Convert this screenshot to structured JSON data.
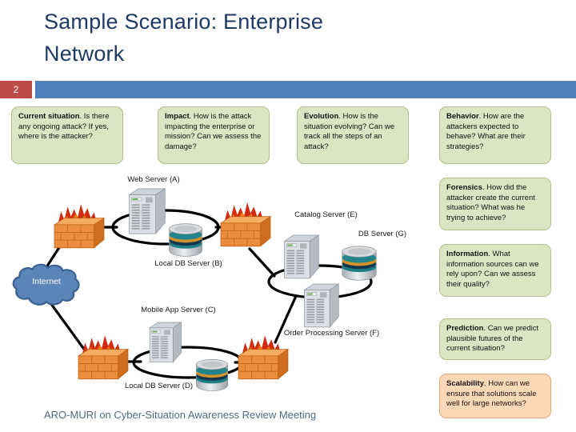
{
  "slide": {
    "title": "Sample Scenario: Enterprise Network",
    "page_number": "2",
    "footer": "ARO-MURI on Cyber-Situation Awareness Review Meeting"
  },
  "question_boxes": [
    {
      "term": "Current situation",
      "rest": ". Is there any ongoing attack? If yes, where is the attacker?"
    },
    {
      "term": "Impact",
      "rest": ". How is the attack impacting the enterprise or mission? Can we assess the damage?"
    },
    {
      "term": "Evolution",
      "rest": ". How is the situation evolving? Can we track all the steps of an attack?"
    },
    {
      "term": "Behavior",
      "rest": ". How are the attackers expected to behave? What are their strategies?"
    },
    {
      "term": "Forensics",
      "rest": ". How did the attacker create the current situation? What was he trying to achieve?"
    },
    {
      "term": "Information",
      "rest": ". What information sources can we rely upon? Can we assess their quality?"
    },
    {
      "term": "Prediction",
      "rest": ". Can we predict plausible futures of the current situation?"
    },
    {
      "term": "Scalability",
      "rest": ". How can we ensure that solutions scale well for large networks?"
    }
  ],
  "network": {
    "internet_label": "Internet",
    "node_labels": {
      "web_server_a": "Web Server (A)",
      "local_db_b": "Local DB Server (B)",
      "mobile_app_c": "Mobile App Server (C)",
      "local_db_d": "Local DB Server (D)",
      "catalog_e": "Catalog Server (E)",
      "order_f": "Order Processing Server (F)",
      "db_g": "DB Server (G)"
    },
    "icons": {
      "server": "server-tower-icon",
      "database": "database-cylinder-icon",
      "firewall": "firewall-flames-icon",
      "internet": "internet-cloud-icon",
      "ring": "lan-ring-ellipse"
    }
  },
  "colors": {
    "title_text": "#1e3a64",
    "divider_bar_blue": "#4f81bd",
    "page_badge_red": "#be4b48",
    "question_green_fill": "#dbe5c4",
    "question_green_border": "#b2bf8a",
    "question_orange_fill": "#fcd8b6",
    "question_orange_border": "#e9a36c",
    "footer_text": "#4e6d84",
    "network_line": "#000000",
    "cloud_fill": "#5b84b8",
    "cloud_border": "#3a6191",
    "firewall_orange": "#ec8d3e",
    "flame_red": "#d22b10",
    "server_gray": "#dde0e4"
  }
}
